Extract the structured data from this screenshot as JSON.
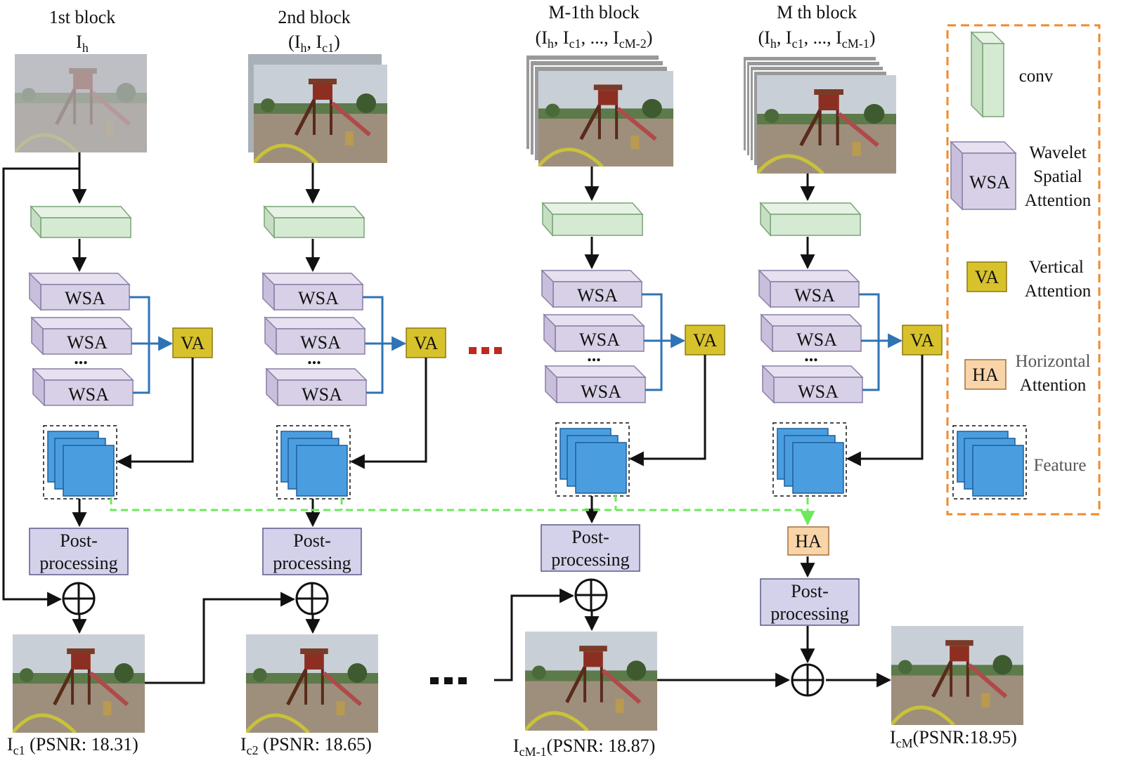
{
  "blocks": [
    {
      "title": "1st block",
      "input": {
        "base": "I",
        "sub": "h"
      },
      "output": {
        "base": "I",
        "sub": "c1",
        "psnr": " (PSNR: 18.31)"
      }
    },
    {
      "title": "2nd block",
      "input_prefix": "(I",
      "input_sub": "h",
      "input_mid": ", I",
      "input_sub2": "c1",
      "input_suffix": ")",
      "output": {
        "base": "I",
        "sub": "c2",
        "psnr": " (PSNR: 18.65)"
      }
    },
    {
      "title": "M-1th block",
      "input_prefix": "(I",
      "input_sub": "h",
      "input_mid": ", I",
      "input_sub2": "c1",
      "input_mid2": ", ..., I",
      "input_sub3": "cM-2",
      "input_suffix": ")",
      "output": {
        "base": "I",
        "sub": "cM-1",
        "psnr": "(PSNR: 18.87)"
      }
    },
    {
      "title": "M th block",
      "input_prefix": "(I",
      "input_sub": "h",
      "input_mid": ", I",
      "input_sub2": "c1",
      "input_mid2": ", ..., I",
      "input_sub3": "cM-1",
      "input_suffix": ")"
    }
  ],
  "final_output": {
    "base": "I",
    "sub": "cM",
    "psnr": "(PSNR:18.95)"
  },
  "labels": {
    "wsa": "WSA",
    "va": "VA",
    "ha": "HA",
    "dots": "...",
    "post_line1": "Post-",
    "post_line2": "processing"
  },
  "legend": {
    "conv": "conv",
    "wsa_line1": "Wavelet",
    "wsa_line2": "Spatial",
    "wsa_line3": "Attention",
    "va_line1": "Vertical",
    "va_line2": "Attention",
    "ha_line1": "Horizontal",
    "ha_line2": "Attention",
    "feature": "Feature"
  },
  "colors": {
    "conv": "#d5ead3",
    "wsa": "#d8d0e6",
    "va": "#d8c22c",
    "ha": "#f8d4a8",
    "post": "#d4d2ea",
    "feature": "#4a9ee0",
    "blue_arrow": "#2f73b5",
    "green_dash": "#6ee85c",
    "legend_border": "#f08a2c",
    "red_dots": "#c0281c"
  }
}
